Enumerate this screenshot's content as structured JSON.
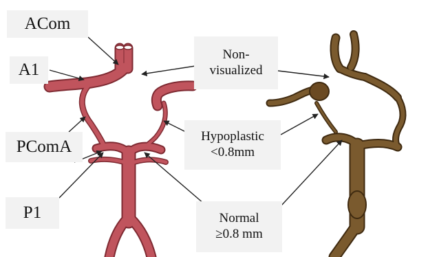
{
  "labels": {
    "acom": "ACom",
    "a1": "A1",
    "pcoma": "PComA",
    "p1": "P1",
    "nonvisualized_line1": "Non-",
    "nonvisualized_line2": "visualized",
    "hypoplastic_line1": "Hypoplastic",
    "hypoplastic_line2": "<0.8mm",
    "normal_line1": "Normal",
    "normal_line2": "≥0.8 mm"
  },
  "colors": {
    "artery_fill": "#c0545d",
    "artery_stroke": "#7e2a32",
    "angio_fill": "#7a5a2e",
    "angio_stroke": "#3f2a10",
    "label_bg": "#f2f2f2",
    "pointer": "#222222"
  }
}
